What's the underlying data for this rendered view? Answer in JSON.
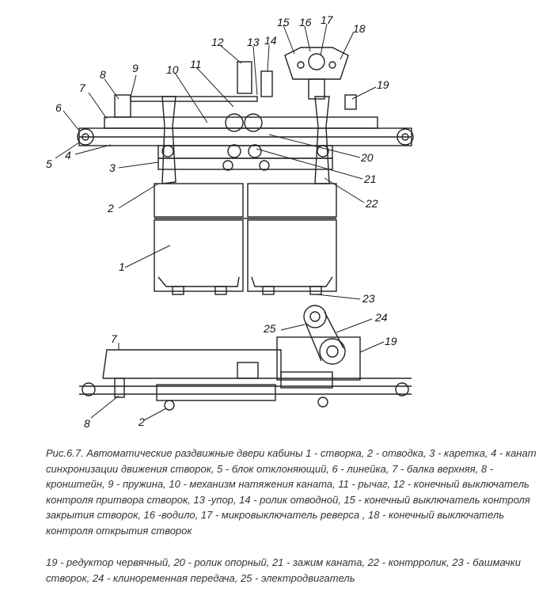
{
  "figure": {
    "labels": [
      "1",
      "2",
      "3",
      "4",
      "5",
      "6",
      "7",
      "8",
      "9",
      "10",
      "11",
      "12",
      "13",
      "14",
      "15",
      "16",
      "17",
      "18",
      "19",
      "20",
      "21",
      "22",
      "23",
      "24",
      "25"
    ],
    "lower_view_labels": [
      "7",
      "8",
      "2",
      "25",
      "24",
      "19"
    ]
  },
  "caption": {
    "main": "Рис.6.7. Автоматические раздвижные двери кабины 1 - створка, 2 - отводка, 3 - каретка, 4 - канат синхронизации движения створок, 5 - блок отклоняющий, 6 - линейка, 7 - балка верхняя, 8 - кронштейн, 9 - пружина, 10 - механизм натяжения каната, 11 - рычаг, 12 - конечный выключатель контроля притвора створок, 13 -упор, 14 - ролик отводной, 15 - конечный выключатель контроля закрытия створок, 16 -водило, 17 - микровыключатель реверса , 18 - конечный выключатель контроля открытия створок",
    "continuation": "19 - редуктор червячный, 20 - ролик опорный, 21 - зажим каната, 22 - контрролик, 23 - башмачки створок, 24 - клиноременная передача, 25 - электродвигатель"
  }
}
